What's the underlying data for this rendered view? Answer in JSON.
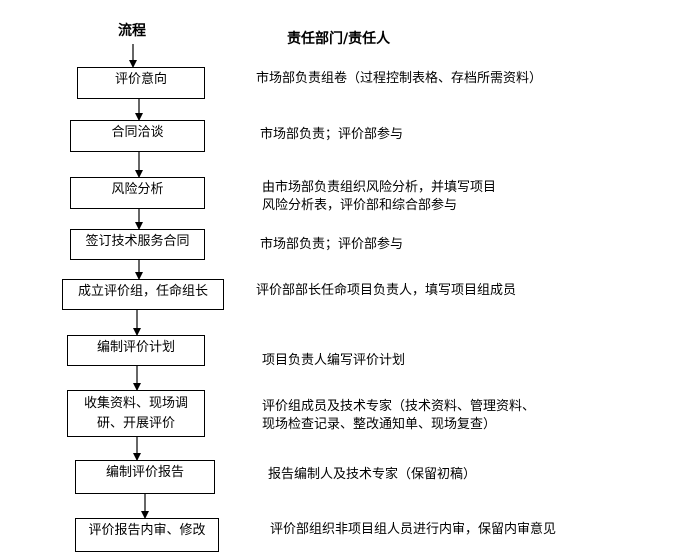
{
  "headers": {
    "flow": "流程",
    "responsible": "责任部门/责任人"
  },
  "steps": [
    {
      "label": "评价意向",
      "responsible": "市场部负责组卷（过程控制表格、存档所需资料）"
    },
    {
      "label": "合同洽谈",
      "responsible": "市场部负责；评价部参与"
    },
    {
      "label": "风险分析",
      "responsible": "由市场部负责组织风险分析，并填写项目\n风险分析表，评价部和综合部参与"
    },
    {
      "label": "签订技术服务合同",
      "responsible": "市场部负责；评价部参与"
    },
    {
      "label": "成立评价组，任命组长",
      "responsible": "评价部部长任命项目负责人，填写项目组成员"
    },
    {
      "label": "编制评价计划",
      "responsible": "项目负责人编写评价计划"
    },
    {
      "label": "收集资料、现场调\n研、开展评价",
      "responsible": "评价组成员及技术专家（技术资料、管理资料、\n现场检查记录、整改通知单、现场复查）"
    },
    {
      "label": "编制评价报告",
      "responsible": "报告编制人及技术专家（保留初稿）"
    },
    {
      "label": "评价报告内审、修改",
      "responsible": "评价部组织非项目组人员进行内审，保留内审意见"
    }
  ]
}
